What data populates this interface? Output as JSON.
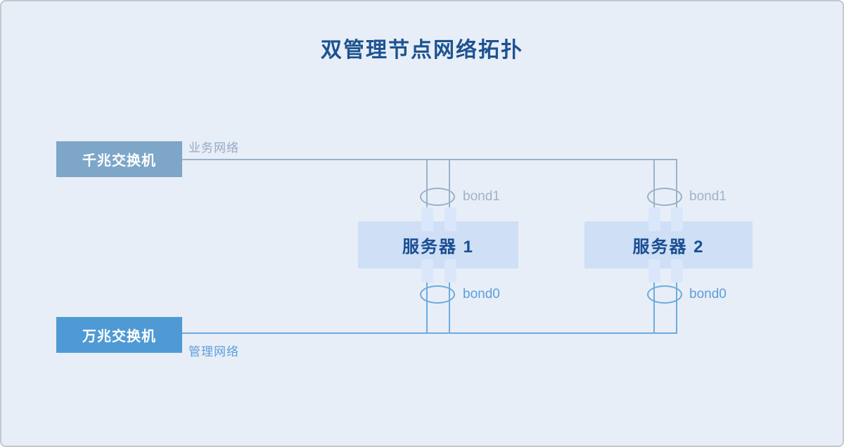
{
  "title": "双管理节点网络拓扑",
  "colors": {
    "background": "#E8EEF7",
    "border": "#C5C7CB",
    "title_text": "#1D5391",
    "business_network": "#9AB2CC",
    "management_network": "#6CACDF",
    "business_label": "#93AAC6",
    "management_label": "#5D9EDC",
    "gigabit_switch_bg": "#7DA6C9",
    "ten_gigabit_switch_bg": "#4F9AD5",
    "switch_text": "#FFFFFF",
    "server_bg": "#CEDFF6",
    "server_text": "#1A4E91",
    "port_bg": "#DAE7FA",
    "bond1_label": "#9FB3CD",
    "bond0_label": "#5D9EDC"
  },
  "switches": {
    "gigabit": {
      "label": "千兆交换机",
      "network_label": "业务网络"
    },
    "ten_gigabit": {
      "label": "万兆交换机",
      "network_label": "管理网络"
    }
  },
  "servers": [
    {
      "label": "服务器 1",
      "bond_top_label": "bond1",
      "bond_bottom_label": "bond0"
    },
    {
      "label": "服务器 2",
      "bond_top_label": "bond1",
      "bond_bottom_label": "bond0"
    }
  ]
}
